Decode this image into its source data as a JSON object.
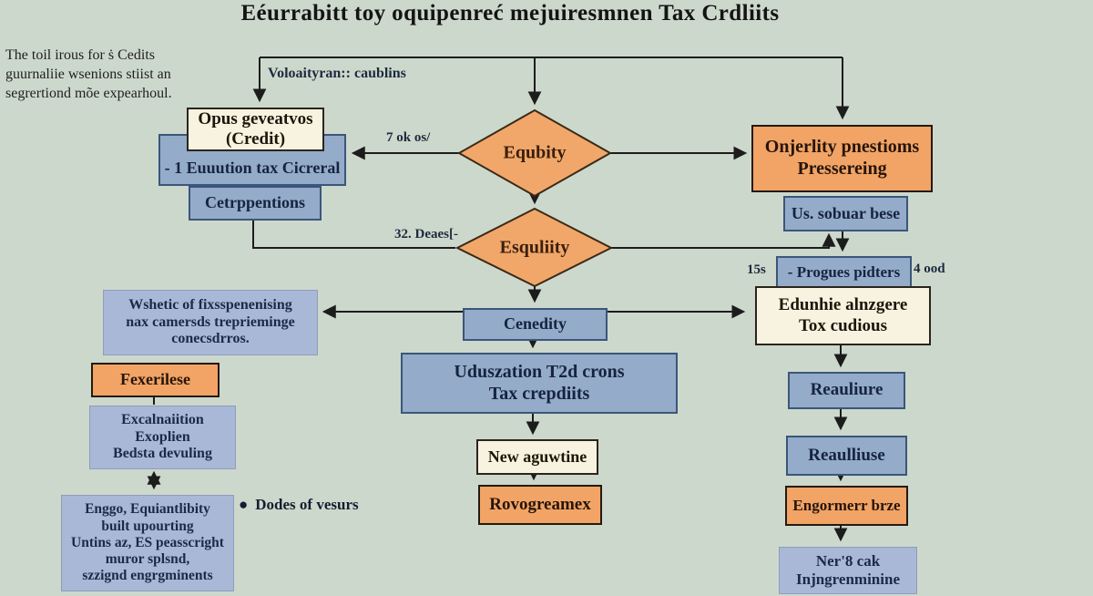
{
  "title": "Eéurrabitt toy oquipenreć mejuiresmnen Tax Crdliits",
  "colors": {
    "background": "#cdd8cc",
    "box_blue": "#94abc9",
    "box_periwinkle": "#a8b8d6",
    "box_orange": "#f1a466",
    "box_cream": "#f8f3e1",
    "diamond_orange": "#f1a76a",
    "line": "#1c1c1c",
    "text": "#152440"
  },
  "note_top_left": "The toil irous for ṡ Cedits\nguurnaliie wsenions stiist an\nsegrertiond mõe expearhoul.",
  "legend_bullet": {
    "marker": "●",
    "text": "Dodes of vesurs"
  },
  "edge_labels": {
    "top": "Voloaityran:: caublins",
    "equbity_left": "7 ok os/",
    "esqulity_left": "32. Deaes[-",
    "progues_left": "15s",
    "progues_right": "4 ood"
  },
  "nodes": {
    "opus": {
      "label": "Opus geveatvos\n(Credit)"
    },
    "eurution": {
      "label": "- 1 Euuution tax Cicreral"
    },
    "cetrppentions": {
      "label": "Cetrppentions"
    },
    "equbity": {
      "label": "Equbity"
    },
    "onjerlity": {
      "label": "Onjerlity pnestioms\nPressereing"
    },
    "sobuar": {
      "label": "Us. sobuar bese"
    },
    "esqulity": {
      "label": "Esquliity"
    },
    "progues": {
      "label": "- Progues pidters"
    },
    "edunhie": {
      "label": "Edunhie alnzgere\nTox cudious"
    },
    "wshetic": {
      "label": "Wshetic of fixsspenenising\nnax camersds treprieminge\nconecsdrros."
    },
    "cenedity": {
      "label": "Cenedity"
    },
    "uduszation": {
      "label": "Uduszation T2d crons\nTax crepdiits"
    },
    "fexerilese": {
      "label": "Fexerilese"
    },
    "excalnaition": {
      "label": "Excalnaiition\nExoplien\nBedsta devuling"
    },
    "enggo": {
      "label": "Enggo, Equiantlibity\nbuilt upourting\nUntins az, ES peasscright\nmuror splsnd,\nszzignd engrgminents"
    },
    "new_aguwtine": {
      "label": "New aguwtine"
    },
    "rovogreamex": {
      "label": "Rovogreamex"
    },
    "reauliure": {
      "label": "Reauliure"
    },
    "reaulliuse": {
      "label": "Reaulliuse"
    },
    "engormerr": {
      "label": "Engormerr brze"
    },
    "ner8": {
      "label": "Ner'8 cak\nInjngrenminine"
    }
  }
}
